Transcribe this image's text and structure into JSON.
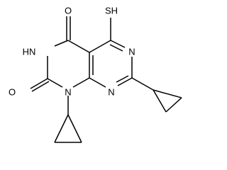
{
  "molecule": {
    "atoms": {
      "o_top": "O",
      "sh": "SH",
      "nh": "HN",
      "n_right": "N",
      "n_lower": "N",
      "o_left": "O",
      "n_bottom": "N"
    },
    "colors": {
      "bond": "#000000",
      "text": "#000000",
      "background": "#ffffff"
    }
  }
}
